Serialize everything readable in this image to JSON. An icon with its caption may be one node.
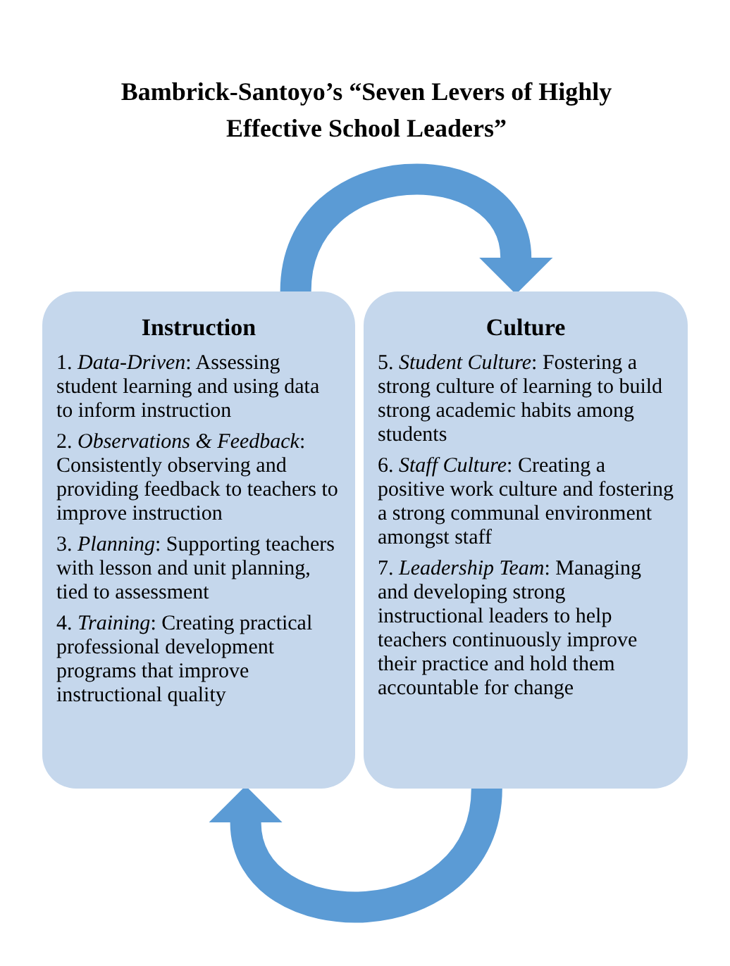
{
  "diagram": {
    "title": "Bambrick-Santoyo’s “Seven Levers of Highly Effective School Leaders”",
    "nodes": [
      {
        "text": [
          "Instruction",
          "1. *Data-Driven*: Assessing student learning and using data to inform instruction",
          "2. *Observations & Feedback*: Consistently observing and providing feedback to teachers to improve instruction",
          "3. *Planning*: Supporting teachers with lesson and unit planning, tied to assessment",
          "4. *Training*: Creating practical professional development programs that improve instructional quality"
        ]
      },
      {
        "text": [
          "Culture",
          "5. *Student Culture*: Fostering a strong culture of learning to build strong academic habits among students",
          "6. *Staff Culture*: Creating a positive work culture and fostering a strong communal environment amongst staff",
          "7. *Leadership Team*: Managing and developing strong instructional leaders to help teachers continuously improve their practice and hold them accountable for change"
        ]
      }
    ],
    "edges": [
      {
        "from": 0,
        "to": 1,
        "arrow": "to"
      },
      {
        "from": 1,
        "to": 0,
        "arrow": "to"
      }
    ]
  }
}
